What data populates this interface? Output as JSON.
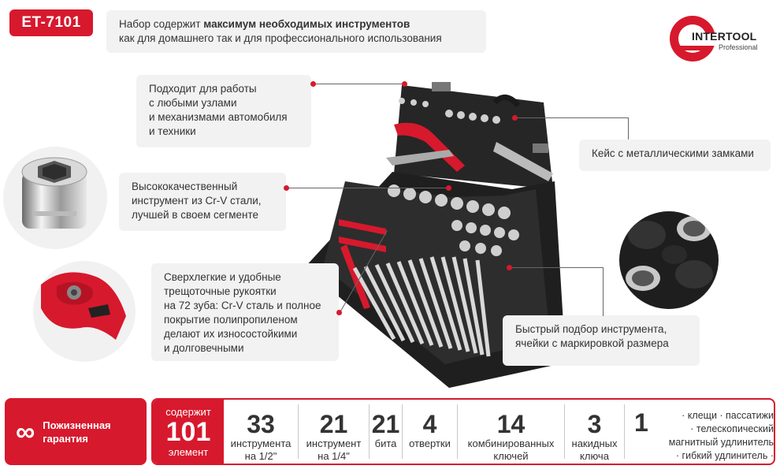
{
  "model": "ET-7101",
  "brand": {
    "name": "INTERTOOL",
    "sub": "Professional"
  },
  "intro": {
    "pre": "Набор содержит ",
    "bold": "максимум необходимых инструментов",
    "post": "как для домашнего так и для профессионального использования"
  },
  "callouts": {
    "units": [
      "Подходит для работы",
      "с любыми узлами",
      "и механизмами автомобиля",
      "и техники"
    ],
    "steel": [
      "Высококачественный",
      "инструмент из Cr-V стали,",
      "лучшей в своем сегменте"
    ],
    "ratchet": [
      "Сверхлегкие и удобные",
      "трещоточные рукоятки",
      "на 72 зуба: Cr-V сталь и полное",
      "покрытие полипропиленом",
      "делают их износостойкими",
      "и долговечными"
    ],
    "locks": "Кейс с металлическими замками",
    "cells": [
      "Быстрый подбор инструмента,",
      "ячейки с маркировкой размера"
    ]
  },
  "warranty": {
    "symbol": "∞",
    "line1": "Пожизненная",
    "line2": "гарантия"
  },
  "total": {
    "pre": "содержит",
    "count": "101",
    "post": "элемент"
  },
  "stats": [
    {
      "n": "33",
      "l1": "инструмента",
      "l2": "на 1/2\""
    },
    {
      "n": "21",
      "l1": "инструмент",
      "l2": "на 1/4\""
    },
    {
      "n": "21",
      "l1": "бита",
      "l2": ""
    },
    {
      "n": "4",
      "l1": "отвертки",
      "l2": ""
    },
    {
      "n": "14",
      "l1": "комбинированных",
      "l2": "ключей"
    },
    {
      "n": "3",
      "l1": "накидных",
      "l2": "ключа"
    }
  ],
  "extra": {
    "n": "1",
    "l1": "· клещи · пассатижи",
    "l2": "· телескопический",
    "l3": "магнитный удлинитель",
    "l4": "· гибкий удлинитель · кейс"
  },
  "colors": {
    "brand_red": "#d7192d",
    "card_bg": "#f2f2f2",
    "case_dark": "#1f1f1f"
  }
}
